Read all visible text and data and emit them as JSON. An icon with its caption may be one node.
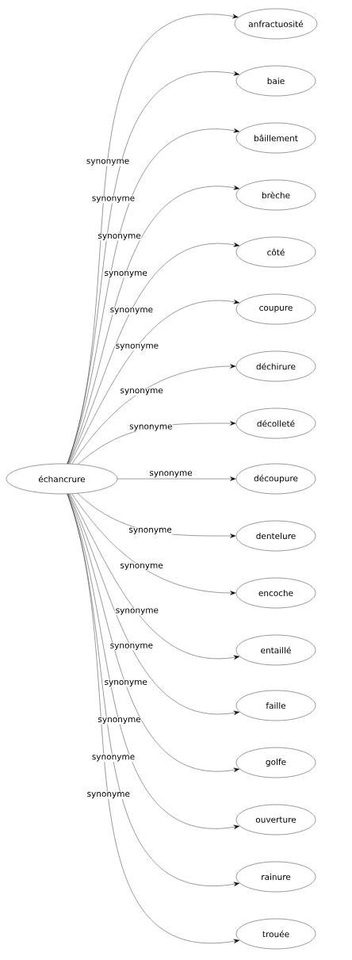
{
  "diagram": {
    "nodes": [
      {
        "text": [
          "échancrure"
        ]
      },
      {
        "text": [
          "anfractuosité"
        ]
      },
      {
        "text": [
          "baie"
        ]
      },
      {
        "text": [
          "bâillement"
        ]
      },
      {
        "text": [
          "brèche"
        ]
      },
      {
        "text": [
          "côté"
        ]
      },
      {
        "text": [
          "coupure"
        ]
      },
      {
        "text": [
          "déchirure"
        ]
      },
      {
        "text": [
          "décolleté"
        ]
      },
      {
        "text": [
          "découpure"
        ]
      },
      {
        "text": [
          "dentelure"
        ]
      },
      {
        "text": [
          "encoche"
        ]
      },
      {
        "text": [
          "entaillé"
        ]
      },
      {
        "text": [
          "faille"
        ]
      },
      {
        "text": [
          "golfe"
        ]
      },
      {
        "text": [
          "ouverture"
        ]
      },
      {
        "text": [
          "rainure"
        ]
      },
      {
        "text": [
          "trouée"
        ]
      }
    ],
    "edges": [
      {
        "from": 0,
        "to": 1,
        "arrow": "to",
        "label": "synonyme"
      },
      {
        "from": 0,
        "to": 2,
        "arrow": "to",
        "label": "synonyme"
      },
      {
        "from": 0,
        "to": 3,
        "arrow": "to",
        "label": "synonyme"
      },
      {
        "from": 0,
        "to": 4,
        "arrow": "to",
        "label": "synonyme"
      },
      {
        "from": 0,
        "to": 5,
        "arrow": "to",
        "label": "synonyme"
      },
      {
        "from": 0,
        "to": 6,
        "arrow": "to",
        "label": "synonyme"
      },
      {
        "from": 0,
        "to": 7,
        "arrow": "to",
        "label": "synonyme"
      },
      {
        "from": 0,
        "to": 8,
        "arrow": "to",
        "label": "synonyme"
      },
      {
        "from": 0,
        "to": 9,
        "arrow": "to",
        "label": "synonyme"
      },
      {
        "from": 0,
        "to": 10,
        "arrow": "to",
        "label": "synonyme"
      },
      {
        "from": 0,
        "to": 11,
        "arrow": "to",
        "label": "synonyme"
      },
      {
        "from": 0,
        "to": 12,
        "arrow": "to",
        "label": "synonyme"
      },
      {
        "from": 0,
        "to": 13,
        "arrow": "to",
        "label": "synonyme"
      },
      {
        "from": 0,
        "to": 14,
        "arrow": "to",
        "label": "synonyme"
      },
      {
        "from": 0,
        "to": 15,
        "arrow": "to",
        "label": "synonyme"
      },
      {
        "from": 0,
        "to": 16,
        "arrow": "to",
        "label": "synonyme"
      },
      {
        "from": 0,
        "to": 17,
        "arrow": "to",
        "label": "synonyme"
      }
    ]
  }
}
